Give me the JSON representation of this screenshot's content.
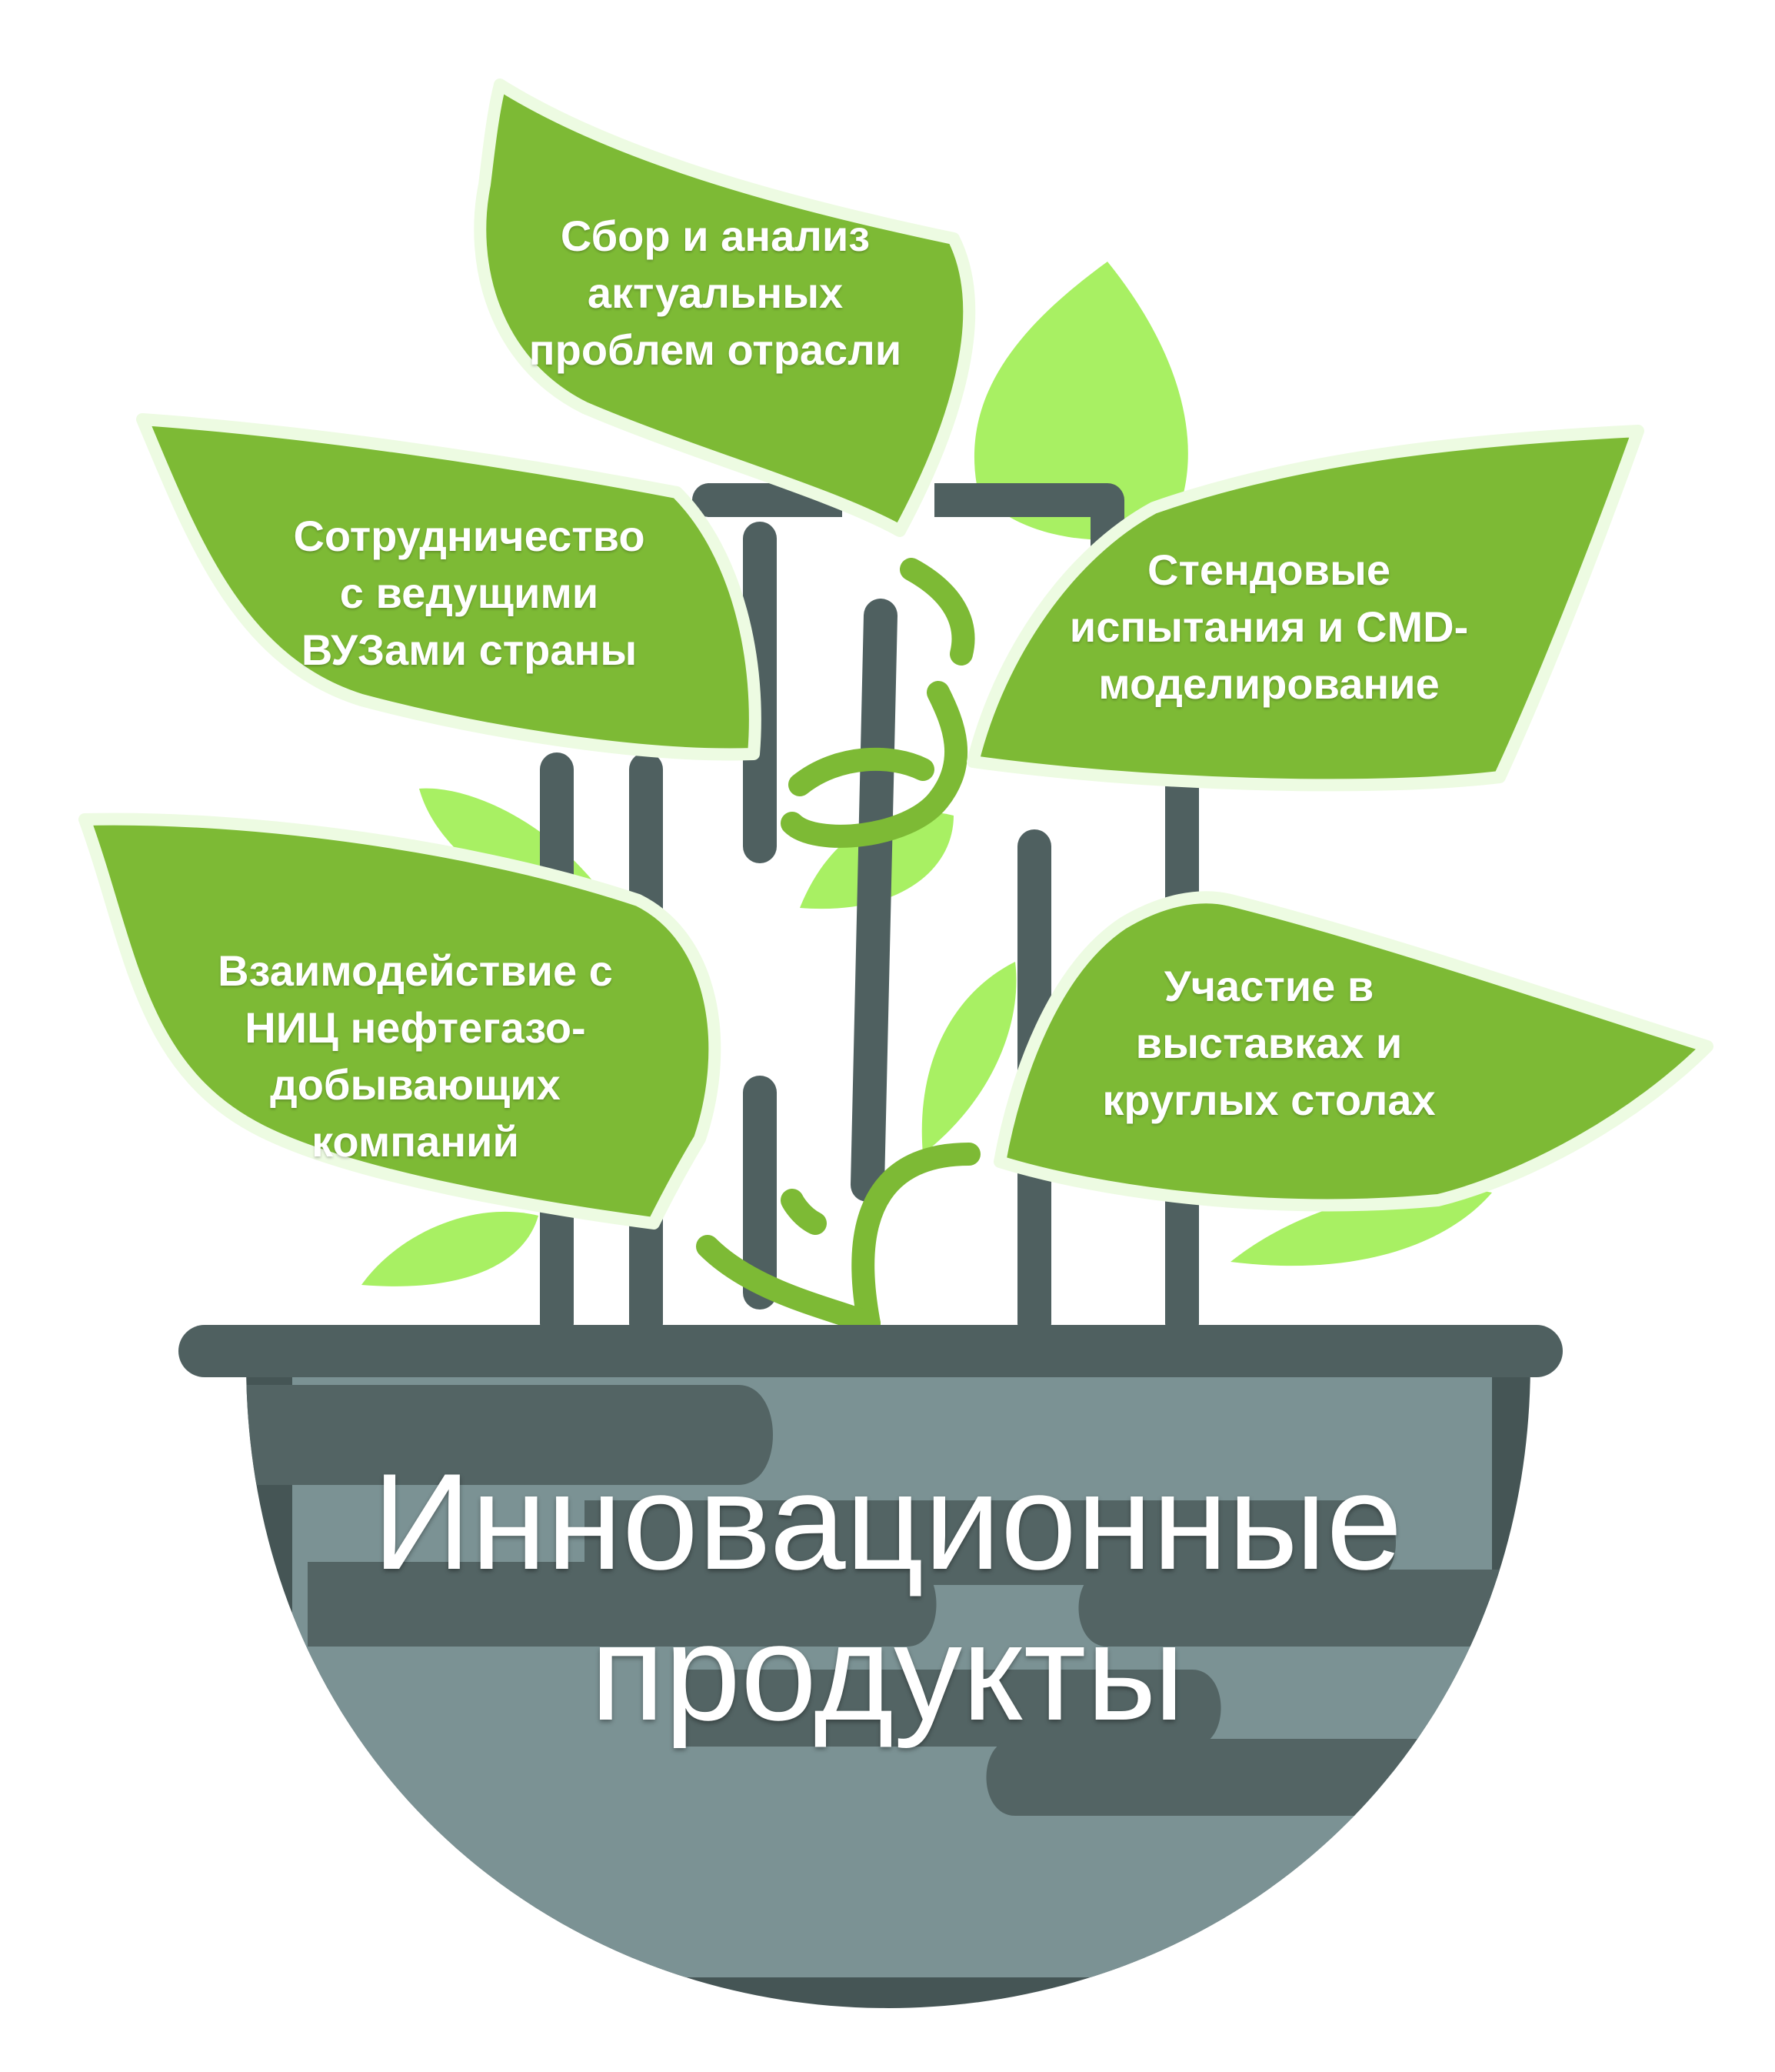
{
  "leaves": {
    "top": "Сбор и анализ\nактуальных\nпроблем отрасли",
    "upper_left": "Сотрудничество\nс ведущими\nВУЗами страны",
    "upper_right": "Стендовые\nиспытания и CMD-\nмоделирование",
    "lower_left": "Взаимодействие с\nНИЦ нефтегазо-\nдобывающих\nкомпаний",
    "lower_right": "Участие в\nвыставках и\nкруглых столах"
  },
  "pot": {
    "title": "Инновационные\nпродукты"
  },
  "colors": {
    "leaf_main": "#7dba35",
    "leaf_light": "#a8f063",
    "leaf_glow": "#edfbe2",
    "trellis": "#4f6060",
    "pot_dark": "#455555",
    "pot_light": "#7b9294",
    "stem": "#7dba35"
  }
}
